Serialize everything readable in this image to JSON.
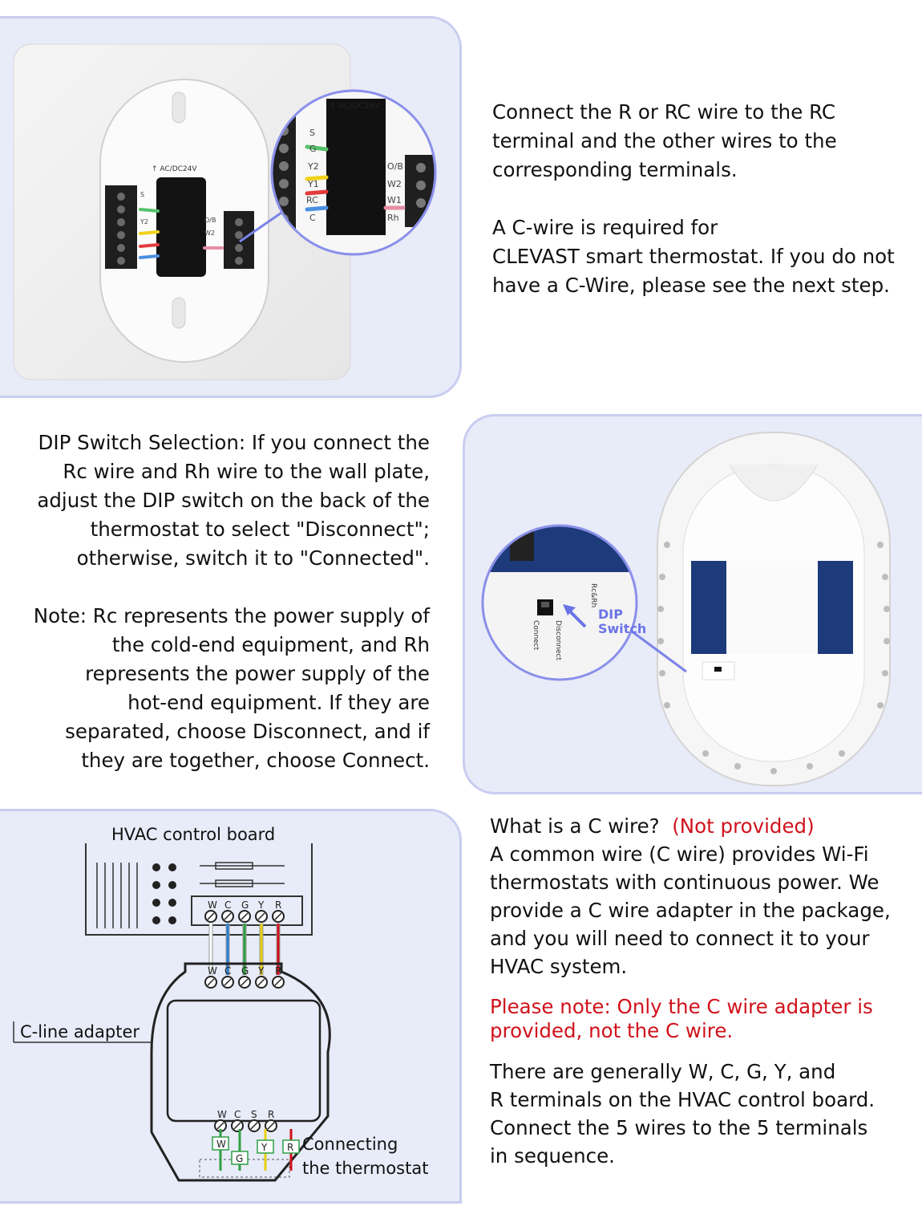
{
  "step1": {
    "line1": "Connect the R or RC wire to the RC",
    "line2": "terminal and the other wires to the",
    "line3": "corresponding terminals.",
    "line4": "A C-wire is required for",
    "line5": "CLEVAST smart thermostat. If you do not",
    "line6": "have a C-Wire, please see the next step.",
    "plate": {
      "power_label": "↑ AC/DC24V",
      "left_terminals": [
        "S",
        "G",
        "Y2",
        "Y1",
        "RC",
        "C"
      ],
      "right_terminals": [
        "O/B",
        "W2",
        "W1",
        "Rh"
      ]
    }
  },
  "step2": {
    "line1": "DIP Switch Selection: If you connect the",
    "line2": "Rc wire and Rh wire to the wall plate,",
    "line3": "adjust the DIP switch on the back of the",
    "line4": "thermostat to select \"Disconnect\";",
    "line5": "otherwise, switch it to \"Connected\".",
    "line6": "Note: Rc represents the power supply of",
    "line7": "the cold-end equipment, and Rh",
    "line8": "represents the power supply of the",
    "line9": "hot-end equipment. If they are",
    "line10": "separated, choose Disconnect, and if",
    "line11": "they are together, choose Connect.",
    "dip": {
      "callout": "DIP",
      "callout2": "Switch",
      "label_rcrh": "Rc&Rh",
      "label_disconnect": "Disconnect",
      "label_connect": "Connect"
    }
  },
  "step3": {
    "q": "What is a C wire?",
    "not_provided": "(Not provided)",
    "line1": "A common wire (C wire) provides Wi-Fi",
    "line2": "thermostats with continuous power. We",
    "line3": "provide a C wire adapter in the package,",
    "line4": "and you will need to connect it to your",
    "line5": "HVAC system.",
    "note1": "Please note: Only the C wire adapter is",
    "note2": "provided, not the C wire.",
    "line6": "There are generally W, C, G, Y, and",
    "line7": " R terminals on the HVAC control board.",
    "line8": "Connect the 5 wires to the 5 terminals",
    "line9": "in sequence.",
    "diagram": {
      "board_label": "HVAC control board",
      "adapter_label": "C-line adapter",
      "conn1": "Connecting",
      "conn2": "the thermostat",
      "top_terminals": [
        "W",
        "C",
        "G",
        "Y",
        "R"
      ],
      "bottom_terminals": [
        "W",
        "C",
        "S",
        "R"
      ],
      "thermo_terminals": [
        "W",
        "G",
        "Y",
        "R"
      ],
      "wire_colors": [
        "#ffffff",
        "#2a7fd4",
        "#2ea043",
        "#e8d10f",
        "#d0121b"
      ]
    }
  }
}
